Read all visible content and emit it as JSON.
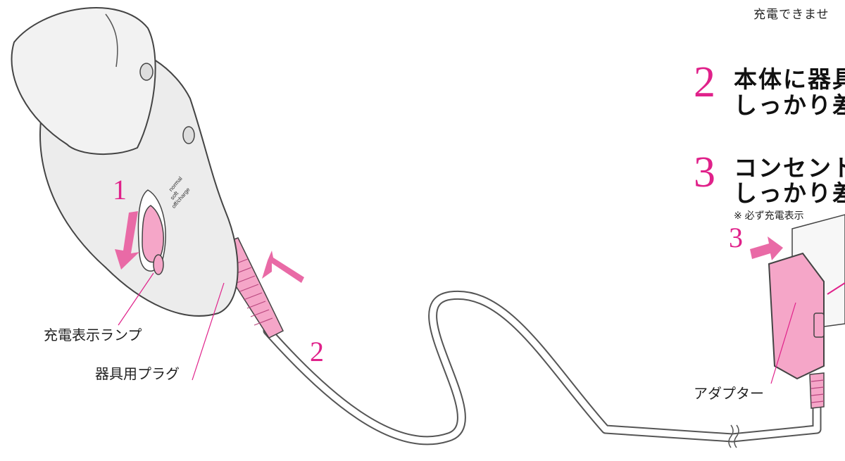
{
  "instructions": {
    "top_note": "充電できませ",
    "step2": {
      "number": "2",
      "line1": "本体に器具",
      "line2": "しっかり差"
    },
    "step3": {
      "number": "3",
      "line1": "コンセント",
      "line2": "しっかり差",
      "note": "※ 必ず充電表示"
    }
  },
  "callouts": {
    "charge_lamp": "充電表示ランプ",
    "device_plug": "器具用プラグ",
    "adapter": "アダプター"
  },
  "markers": {
    "m1": "1",
    "m2": "2",
    "m3": "3"
  },
  "switch_labels": {
    "normal": "normal",
    "soft": "soft",
    "off_charge": "off/charge"
  },
  "colors": {
    "accent": "#e0218a",
    "pink_fill": "#f5a6c8",
    "body_gray": "#ececec",
    "outline": "#444444"
  },
  "icons": [
    "arrow-down-icon",
    "arrow-upleft-icon",
    "arrow-right-icon"
  ]
}
